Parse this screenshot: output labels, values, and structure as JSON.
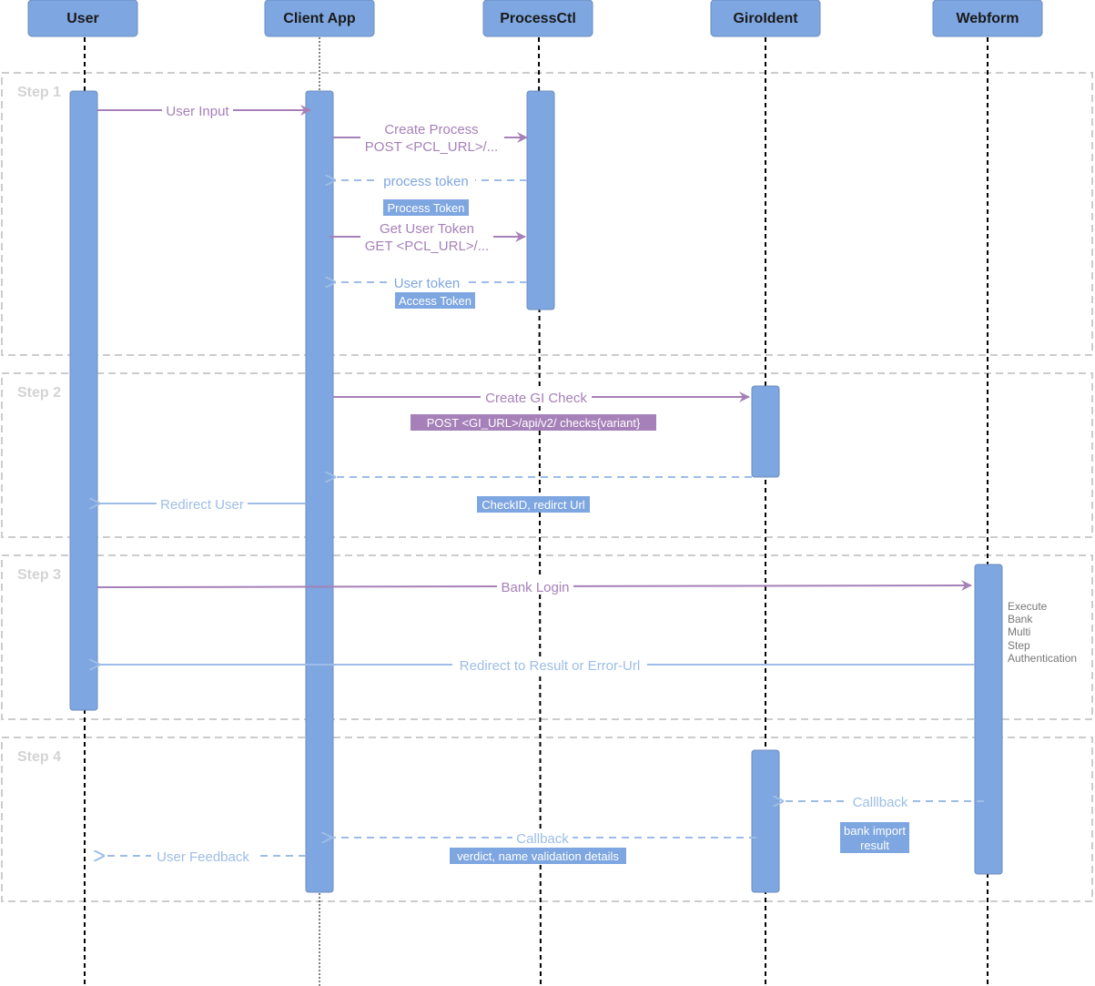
{
  "colors": {
    "participant_fill": "#7ea6e0",
    "participant_stroke": "#6c8ebf",
    "purple": "#a680b8",
    "blue_return": "#9dbde6",
    "step_border": "#cccccc",
    "tag_blue": "#7ea6e0",
    "tag_purple": "#a680b8"
  },
  "participants": {
    "user": "User",
    "client": "Client App",
    "processctl": "ProcessCtl",
    "giroident": "GiroIdent",
    "webform": "Webform"
  },
  "steps": {
    "step1": "Step 1",
    "step2": "Step 2",
    "step3": "Step 3",
    "step4": "Step 4"
  },
  "messages": {
    "user_input": "User Input",
    "create_process_1": "Create Process",
    "create_process_2": "POST <PCL_URL>/...",
    "process_token": "process token",
    "get_user_token_1": "Get User Token",
    "get_user_token_2": "GET <PCL_URL>/...",
    "user_token": "User token",
    "create_gi_check": "Create GI Check",
    "redirect_user": "Redirect User",
    "bank_login": "Bank Login",
    "redirect_result": "Redirect to Result or Error-Url",
    "callback_webform": "Calllback",
    "callback_client": "Callback",
    "user_feedback": "User Feedback"
  },
  "tags": {
    "process_token_tag": "Process Token",
    "access_token_tag": "Access Token",
    "post_gi_tag": "POST <GI_URL>/api/v2/ checks{variant}",
    "checkid_tag": "CheckID, redirct Url",
    "bank_import_1": "bank import",
    "bank_import_2": "result",
    "verdict_tag": "verdict, name validation details"
  },
  "notes": {
    "webform_note": [
      "Execute",
      "Bank",
      "Multi",
      "Step",
      "Authentication"
    ]
  }
}
